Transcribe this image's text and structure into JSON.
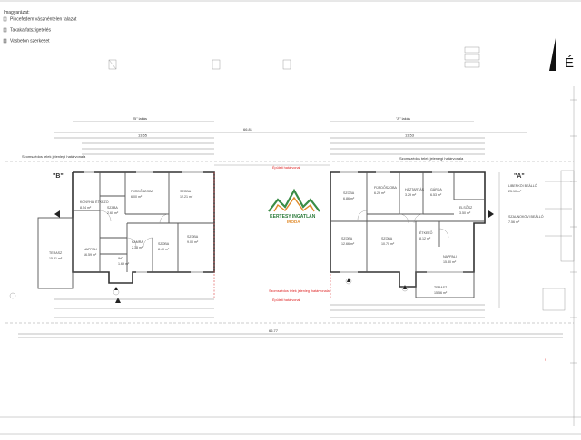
{
  "legend": {
    "title": "lmagyarázat:",
    "items": [
      {
        "label": "Pincefedem vásznéntelen falazat"
      },
      {
        "label": "Takaka fatszigetelés"
      },
      {
        "label": "Vasbeton szerkezet"
      }
    ]
  },
  "north_label": "É",
  "logo": {
    "name": "KERTESY INGATLAN",
    "sub": "IRODA"
  },
  "units": {
    "b": {
      "tag": "\"B\"",
      "header": "\"B\" lakás"
    },
    "a": {
      "tag": "\"A\"",
      "header": "\"A\" lakás"
    }
  },
  "dims": {
    "overall_top": "66.81",
    "b_width": "13.65",
    "a_width": "13.53",
    "overall_bottom": "66.77"
  },
  "rooms_b": [
    {
      "name": "KONYHA, ÉTKEZŐ",
      "area": "8.54 m²"
    },
    {
      "name": "FÜRDŐSZOBA",
      "area": "6.00 m²"
    },
    {
      "name": "SZOBA",
      "area": "12.21 m²"
    },
    {
      "name": "SZABA",
      "area": "2.60 m²"
    },
    {
      "name": "NAPPALI",
      "area": "16.59 m²"
    },
    {
      "name": "TERASZ",
      "area": "15.81 m²"
    },
    {
      "name": "SZOBA",
      "area": "8.40 m²"
    },
    {
      "name": "SZOBA",
      "area": "9.00 m²"
    },
    {
      "name": "KAMRA",
      "area": "2.38 m²"
    },
    {
      "name": "WC",
      "area": "1.69 m²"
    }
  ],
  "rooms_a": [
    {
      "name": "SZOBA",
      "area": "6.86 m²"
    },
    {
      "name": "FÜRDŐSZOBA",
      "area": "6.29 m²"
    },
    {
      "name": "HÁZTARTÁS",
      "area": "3.29 m²"
    },
    {
      "name": "GÁRDA",
      "area": "6.53 m²"
    },
    {
      "name": "ELSŐSZ",
      "area": "3.50 m²"
    },
    {
      "name": "SZOBA",
      "area": "12.66 m²"
    },
    {
      "name": "SZOBA",
      "area": "10.70 m²"
    },
    {
      "name": "ÉTKEZŐ",
      "area": "8.12 m²"
    },
    {
      "name": "NAPPALI",
      "area": "15.30 m²"
    },
    {
      "name": "TERASZ",
      "area": "15.56 m²"
    }
  ],
  "side_labels": [
    {
      "name": "LIBERKÖI BEÁLLÓ",
      "area": "25.10 m²"
    },
    {
      "name": "SZAUNOKÖVI BEÁLLÓ",
      "area": "7.56 m²"
    }
  ],
  "notes": {
    "boundary_b": "Szomszédos telek jelenlegi határvonala",
    "boundary_a": "Szomszédos telek jelenlegi határvonala",
    "center_a": "Épületi határvonal",
    "center_b": "Szomszédos telek jelenlegi határvonala",
    "center_c": "Épületi határvonal"
  }
}
